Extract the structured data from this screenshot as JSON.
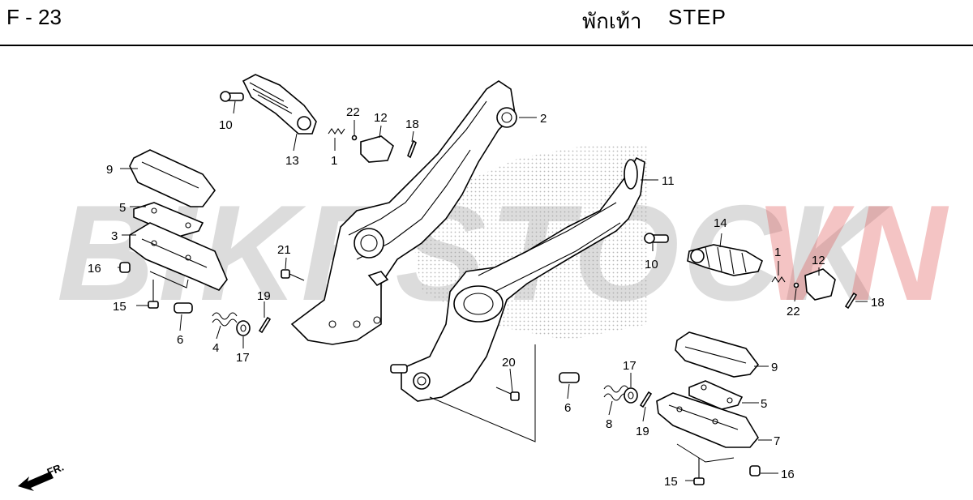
{
  "header": {
    "figure_code": "F - 23",
    "title_thai": "พักเท้า",
    "title_en": "STEP"
  },
  "watermark": {
    "text_main": "BIKESTOCK",
    "text_accent": "VN",
    "color_main": "#9e9e9e",
    "color_accent": "#e05a5a"
  },
  "orientation": {
    "label": "FR."
  },
  "callouts": {
    "c1a": "1",
    "c1b": "1",
    "c2": "2",
    "c3": "3",
    "c4": "4",
    "c5a": "5",
    "c5b": "5",
    "c6a": "6",
    "c6b": "6",
    "c7": "7",
    "c8": "8",
    "c9a": "9",
    "c9b": "9",
    "c10a": "10",
    "c10b": "10",
    "c11": "11",
    "c12a": "12",
    "c12b": "12",
    "c13": "13",
    "c14": "14",
    "c15a": "15",
    "c15b": "15",
    "c16a": "16",
    "c16b": "16",
    "c17a": "17",
    "c17b": "17",
    "c18a": "18",
    "c18b": "18",
    "c19a": "19",
    "c19b": "19",
    "c20": "20",
    "c21": "21",
    "c22a": "22",
    "c22b": "22"
  }
}
